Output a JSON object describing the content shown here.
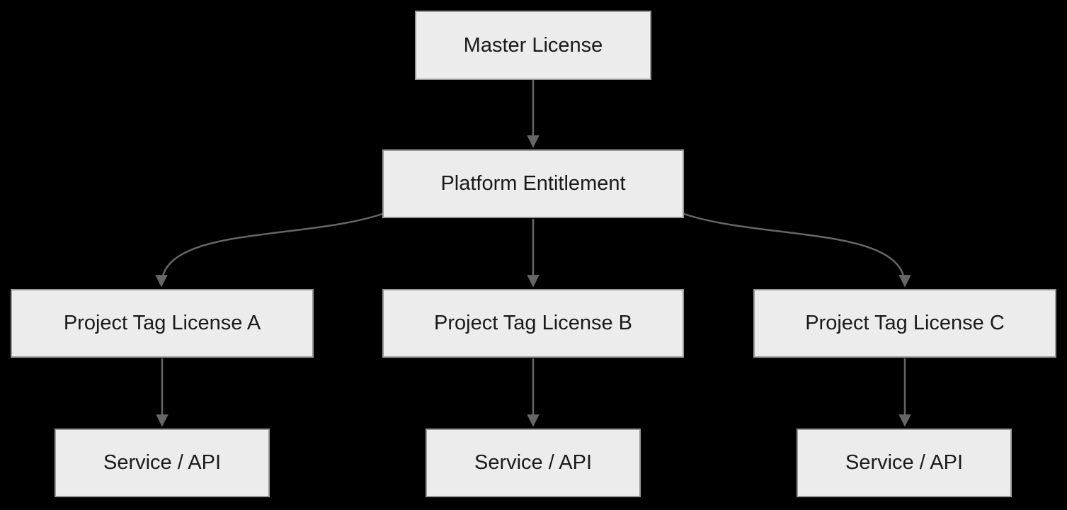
{
  "diagram": {
    "type": "flowchart",
    "theme": {
      "bg_color": "#000000",
      "node_fill": "#ececec",
      "node_border": "#999999",
      "edge_color": "#666666",
      "text_color": "#1a1a1a"
    },
    "nodes": [
      {
        "id": "master",
        "label": "Master License"
      },
      {
        "id": "platform",
        "label": "Platform Entitlement"
      },
      {
        "id": "tagA",
        "label": "Project Tag License A"
      },
      {
        "id": "tagB",
        "label": "Project Tag License B"
      },
      {
        "id": "tagC",
        "label": "Project Tag License C"
      },
      {
        "id": "svcA",
        "label": "Service / API"
      },
      {
        "id": "svcB",
        "label": "Service / API"
      },
      {
        "id": "svcC",
        "label": "Service / API"
      }
    ],
    "edges": [
      {
        "from": "master",
        "to": "platform"
      },
      {
        "from": "platform",
        "to": "tagA"
      },
      {
        "from": "platform",
        "to": "tagB"
      },
      {
        "from": "platform",
        "to": "tagC"
      },
      {
        "from": "tagA",
        "to": "svcA"
      },
      {
        "from": "tagB",
        "to": "svcB"
      },
      {
        "from": "tagC",
        "to": "svcC"
      }
    ]
  }
}
